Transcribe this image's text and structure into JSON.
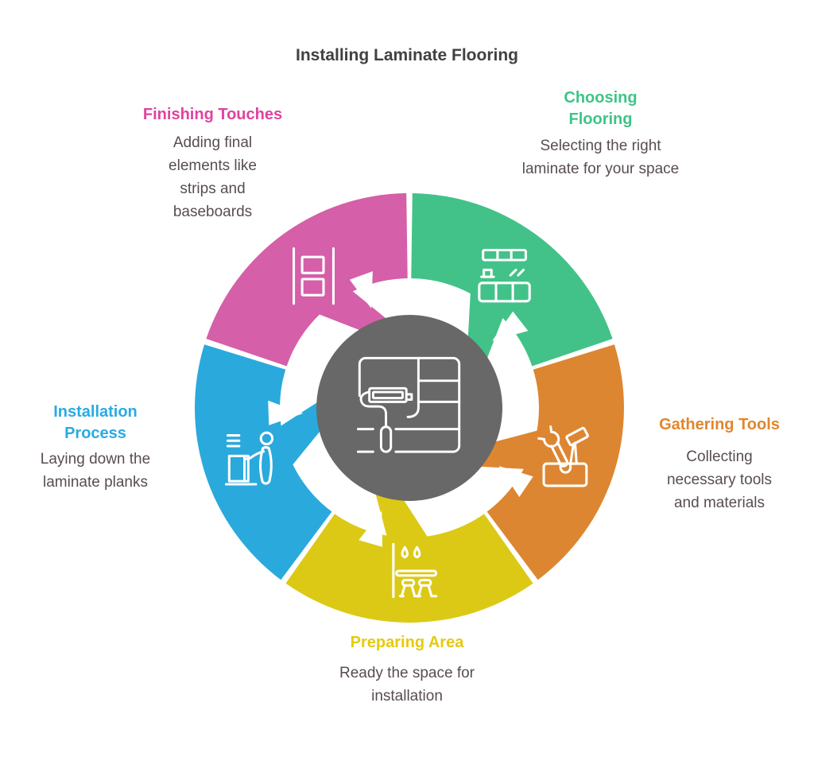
{
  "title": "Installing Laminate Flooring",
  "colors": {
    "background": "#ffffff",
    "center_circle": "#686868",
    "icon_stroke": "#ffffff",
    "title_text": "#414042",
    "description_text": "#584d52"
  },
  "center": {
    "icon": "paint-roller-flooring-icon"
  },
  "steps": [
    {
      "id": "choosing-flooring",
      "label": "Choosing Flooring",
      "description": "Selecting the right laminate for your space",
      "color": "#42c288",
      "label_color": "#3ec487",
      "icon": "flooring-samples-icon",
      "mid_angle": 54
    },
    {
      "id": "gathering-tools",
      "label": "Gathering Tools",
      "description": "Collecting necessary tools and materials",
      "color": "#dd8631",
      "label_color": "#e1862d",
      "icon": "toolbox-icon",
      "mid_angle": 342
    },
    {
      "id": "preparing-area",
      "label": "Preparing Area",
      "description": "Ready the space for installation",
      "color": "#dcc916",
      "label_color": "#e5ca0f",
      "icon": "room-prep-icon",
      "mid_angle": 270
    },
    {
      "id": "installation-process",
      "label": "Installation Process",
      "description": "Laying down the laminate planks",
      "color": "#2aa9dd",
      "label_color": "#29abe2",
      "icon": "laying-planks-icon",
      "mid_angle": 198
    },
    {
      "id": "finishing-touches",
      "label": "Finishing Touches",
      "description": "Adding final elements like strips and baseboards",
      "color": "#d55fa8",
      "label_color": "#e0439e",
      "icon": "baseboard-strips-icon",
      "mid_angle": 126
    }
  ]
}
